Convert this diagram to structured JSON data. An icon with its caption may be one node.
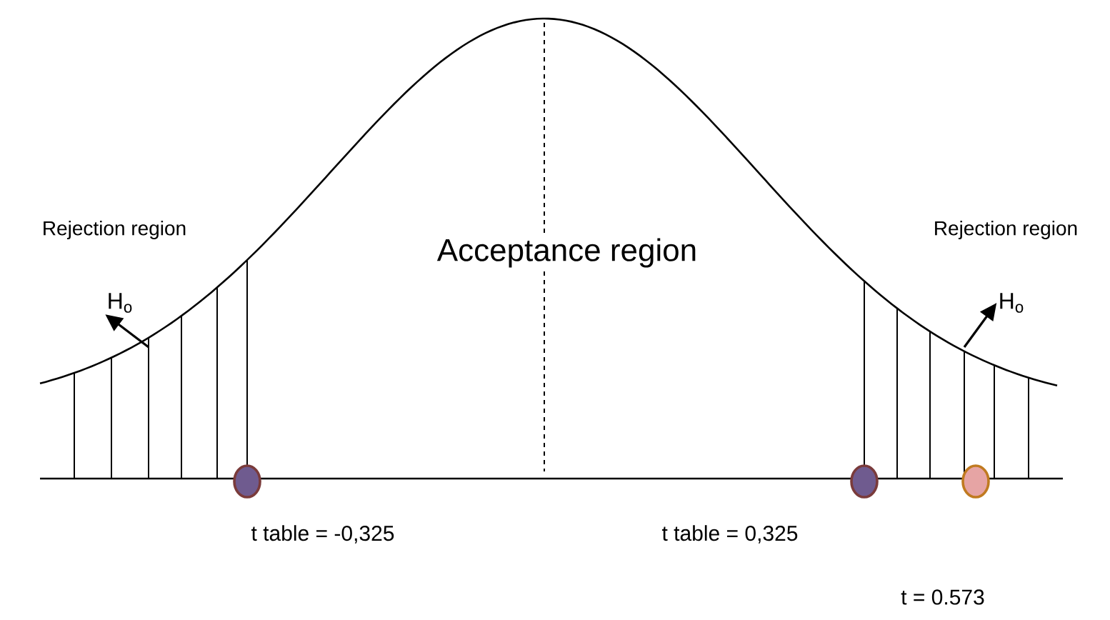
{
  "diagram": {
    "nodes": [
      {
        "text": [
          "H$_{o}$"
        ]
      },
      {
        "text": [
          "H$_{o}$"
        ]
      },
      {
        "text": [],
        "shape": "circle",
        "beside": [
          "t table = -0,325"
        ]
      },
      {
        "text": [],
        "shape": "circle",
        "beside": [
          "t table = 0,325"
        ]
      },
      {
        "text": [],
        "shape": "circle"
      }
    ],
    "edges": [
      {
        "from": null,
        "to": 0,
        "arrow": "to"
      },
      {
        "from": null,
        "to": 1,
        "arrow": "to"
      }
    ],
    "labels": [
      "Rejection region",
      "Acceptance region",
      "Rejection region",
      "t = 0.573"
    ]
  }
}
